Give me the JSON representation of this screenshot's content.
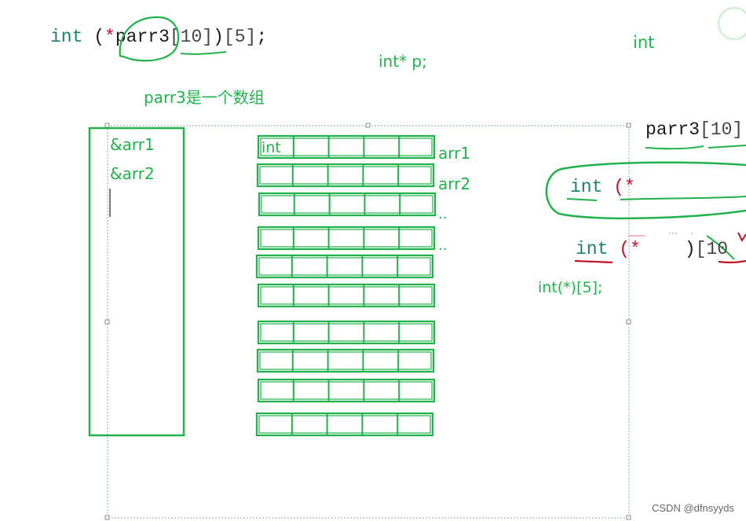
{
  "code_line": {
    "kw": "int",
    "open": "(",
    "star": "*",
    "name": "parr3",
    "dim1": "[10]",
    "close": ")",
    "dim2": "[5]",
    "semi": ";"
  },
  "notes": {
    "int_top_right": "int",
    "int_ptr": "int*  p;",
    "parr3_desc": "parr3是一个数组",
    "int_star_5": "int(*)[5];"
  },
  "left_box": {
    "items": [
      "&arr1",
      "&arr2"
    ]
  },
  "middle": {
    "first_cell_label": "int",
    "row_labels": [
      "arr1",
      "arr2",
      "..",
      ".."
    ],
    "row_count": 10,
    "cols_per_row": 5
  },
  "right_code": {
    "name": "parr3",
    "dim": "[10]",
    "line2_kw": "int",
    "line2_rest": " (*",
    "line3_kw": "int",
    "line3_mid": " (*",
    "line3_close": ")",
    "line3_dim": "[10"
  },
  "watermark": "CSDN @dfnsyyds",
  "colors": {
    "green": "#22b14c",
    "keyword": "#1e7f6e",
    "red": "#c0102a",
    "text": "#1a1a1a",
    "dashed": "#8aa4c8"
  }
}
